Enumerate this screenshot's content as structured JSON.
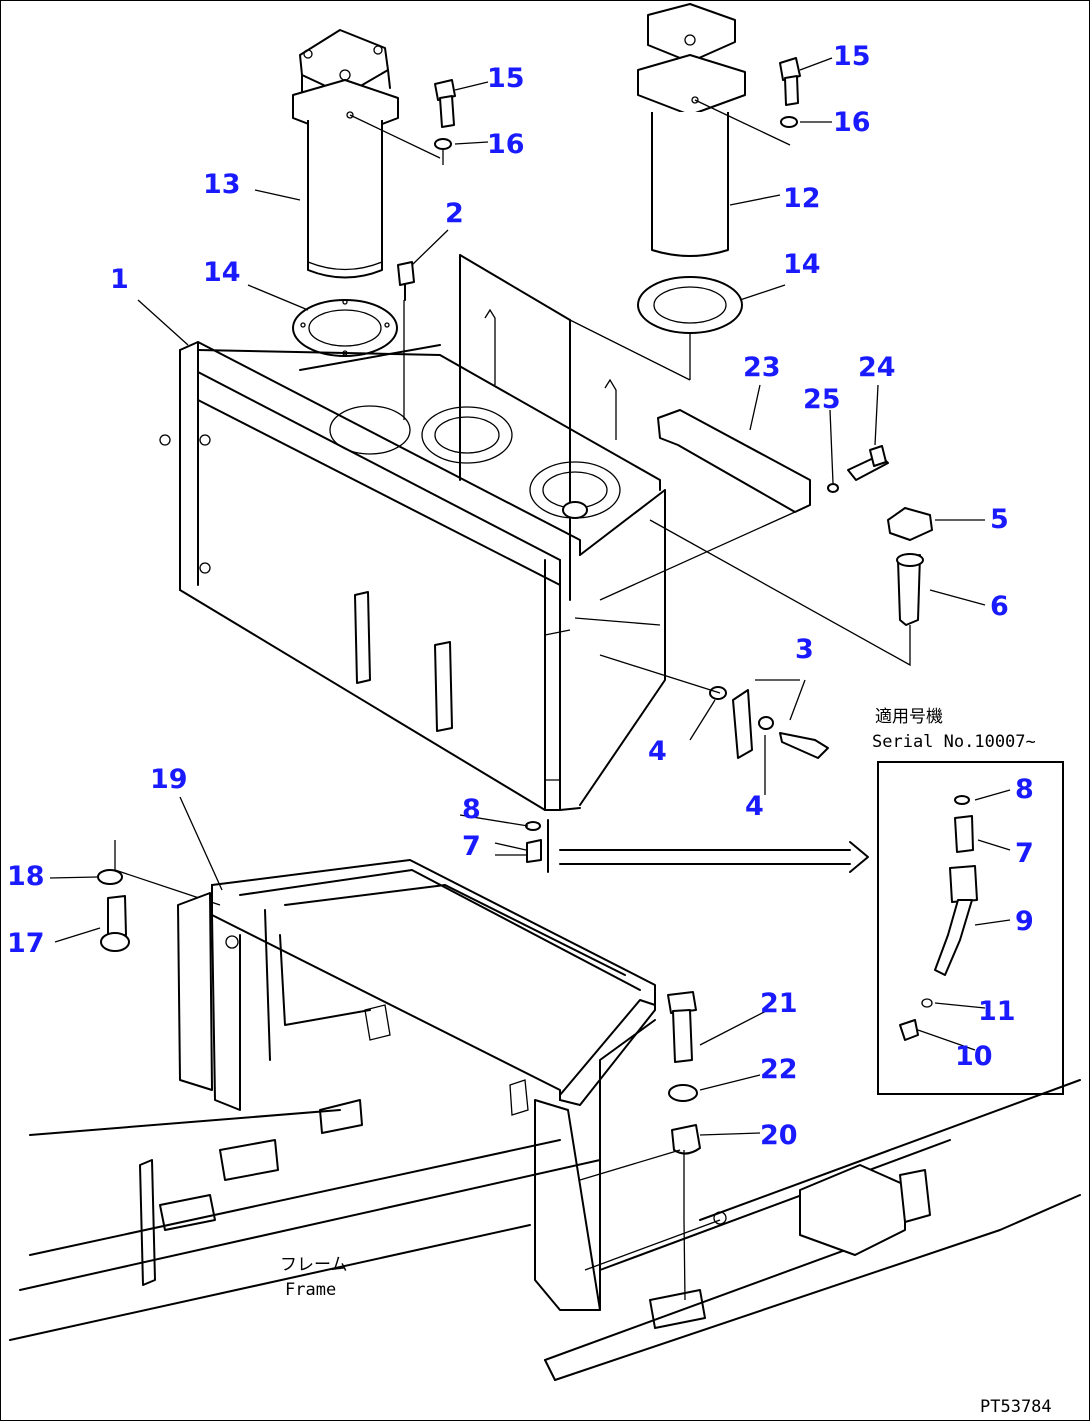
{
  "callouts": {
    "n1": "1",
    "n2": "2",
    "n3": "3",
    "n4a": "4",
    "n4b": "4",
    "n5": "5",
    "n6": "6",
    "n7a": "7",
    "n7b": "7",
    "n8a": "8",
    "n8b": "8",
    "n9": "9",
    "n10": "10",
    "n11": "11",
    "n12": "12",
    "n13": "13",
    "n14a": "14",
    "n14b": "14",
    "n15a": "15",
    "n15b": "15",
    "n16a": "16",
    "n16b": "16",
    "n17": "17",
    "n18": "18",
    "n19": "19",
    "n20": "20",
    "n21": "21",
    "n22": "22",
    "n23": "23",
    "n24": "24",
    "n25": "25"
  },
  "applicability": {
    "jp": "適用号機",
    "serial": "Serial No.10007~"
  },
  "frame_label": {
    "jp": "フレーム",
    "en": "Frame"
  },
  "drawing_code": "PT53784",
  "colors": {
    "callout": "#1a1aff",
    "line": "#000000"
  }
}
